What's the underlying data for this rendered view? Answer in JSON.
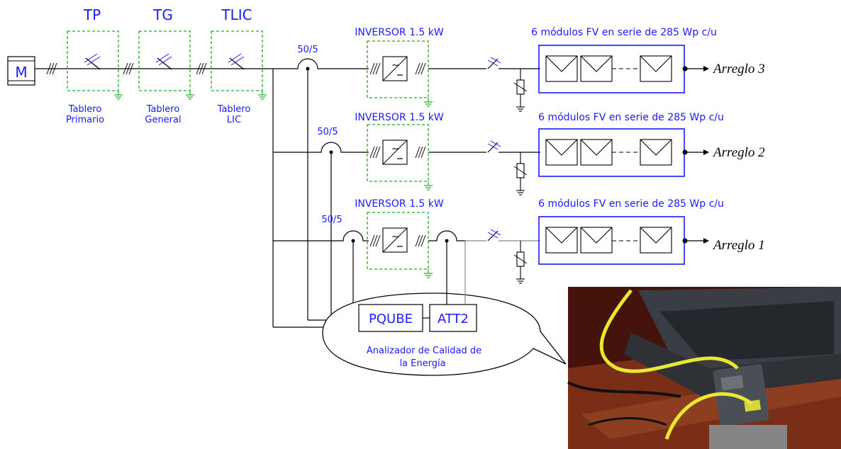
{
  "meter": "M",
  "panels": [
    {
      "code": "TP",
      "line1": "Tablero",
      "line2": "Primario"
    },
    {
      "code": "TG",
      "line1": "Tablero",
      "line2": "General"
    },
    {
      "code": "TLIC",
      "line1": "Tablero",
      "line2": "LIC"
    }
  ],
  "ct_label": "50/5",
  "inverters": [
    {
      "label": "INVERSOR 1.5 kW",
      "modules": "6 módulos FV en serie de 285 Wp c/u",
      "array": "Arreglo 3"
    },
    {
      "label": "INVERSOR 1.5 kW",
      "modules": "6 módulos FV en serie de 285 Wp c/u",
      "array": "Arreglo 2"
    },
    {
      "label": "INVERSOR 1.5 kW",
      "modules": "6 módulos FV en serie de 285 Wp c/u",
      "array": "Arreglo 1"
    }
  ],
  "analyzer": {
    "pqube": "PQUBE",
    "att": "ATT2",
    "caption_line1": "Analizador de Calidad de",
    "caption_line2": "la Energía"
  },
  "colors": {
    "label_blue": "#1a1aff",
    "dashed_green": "#1db01d"
  }
}
